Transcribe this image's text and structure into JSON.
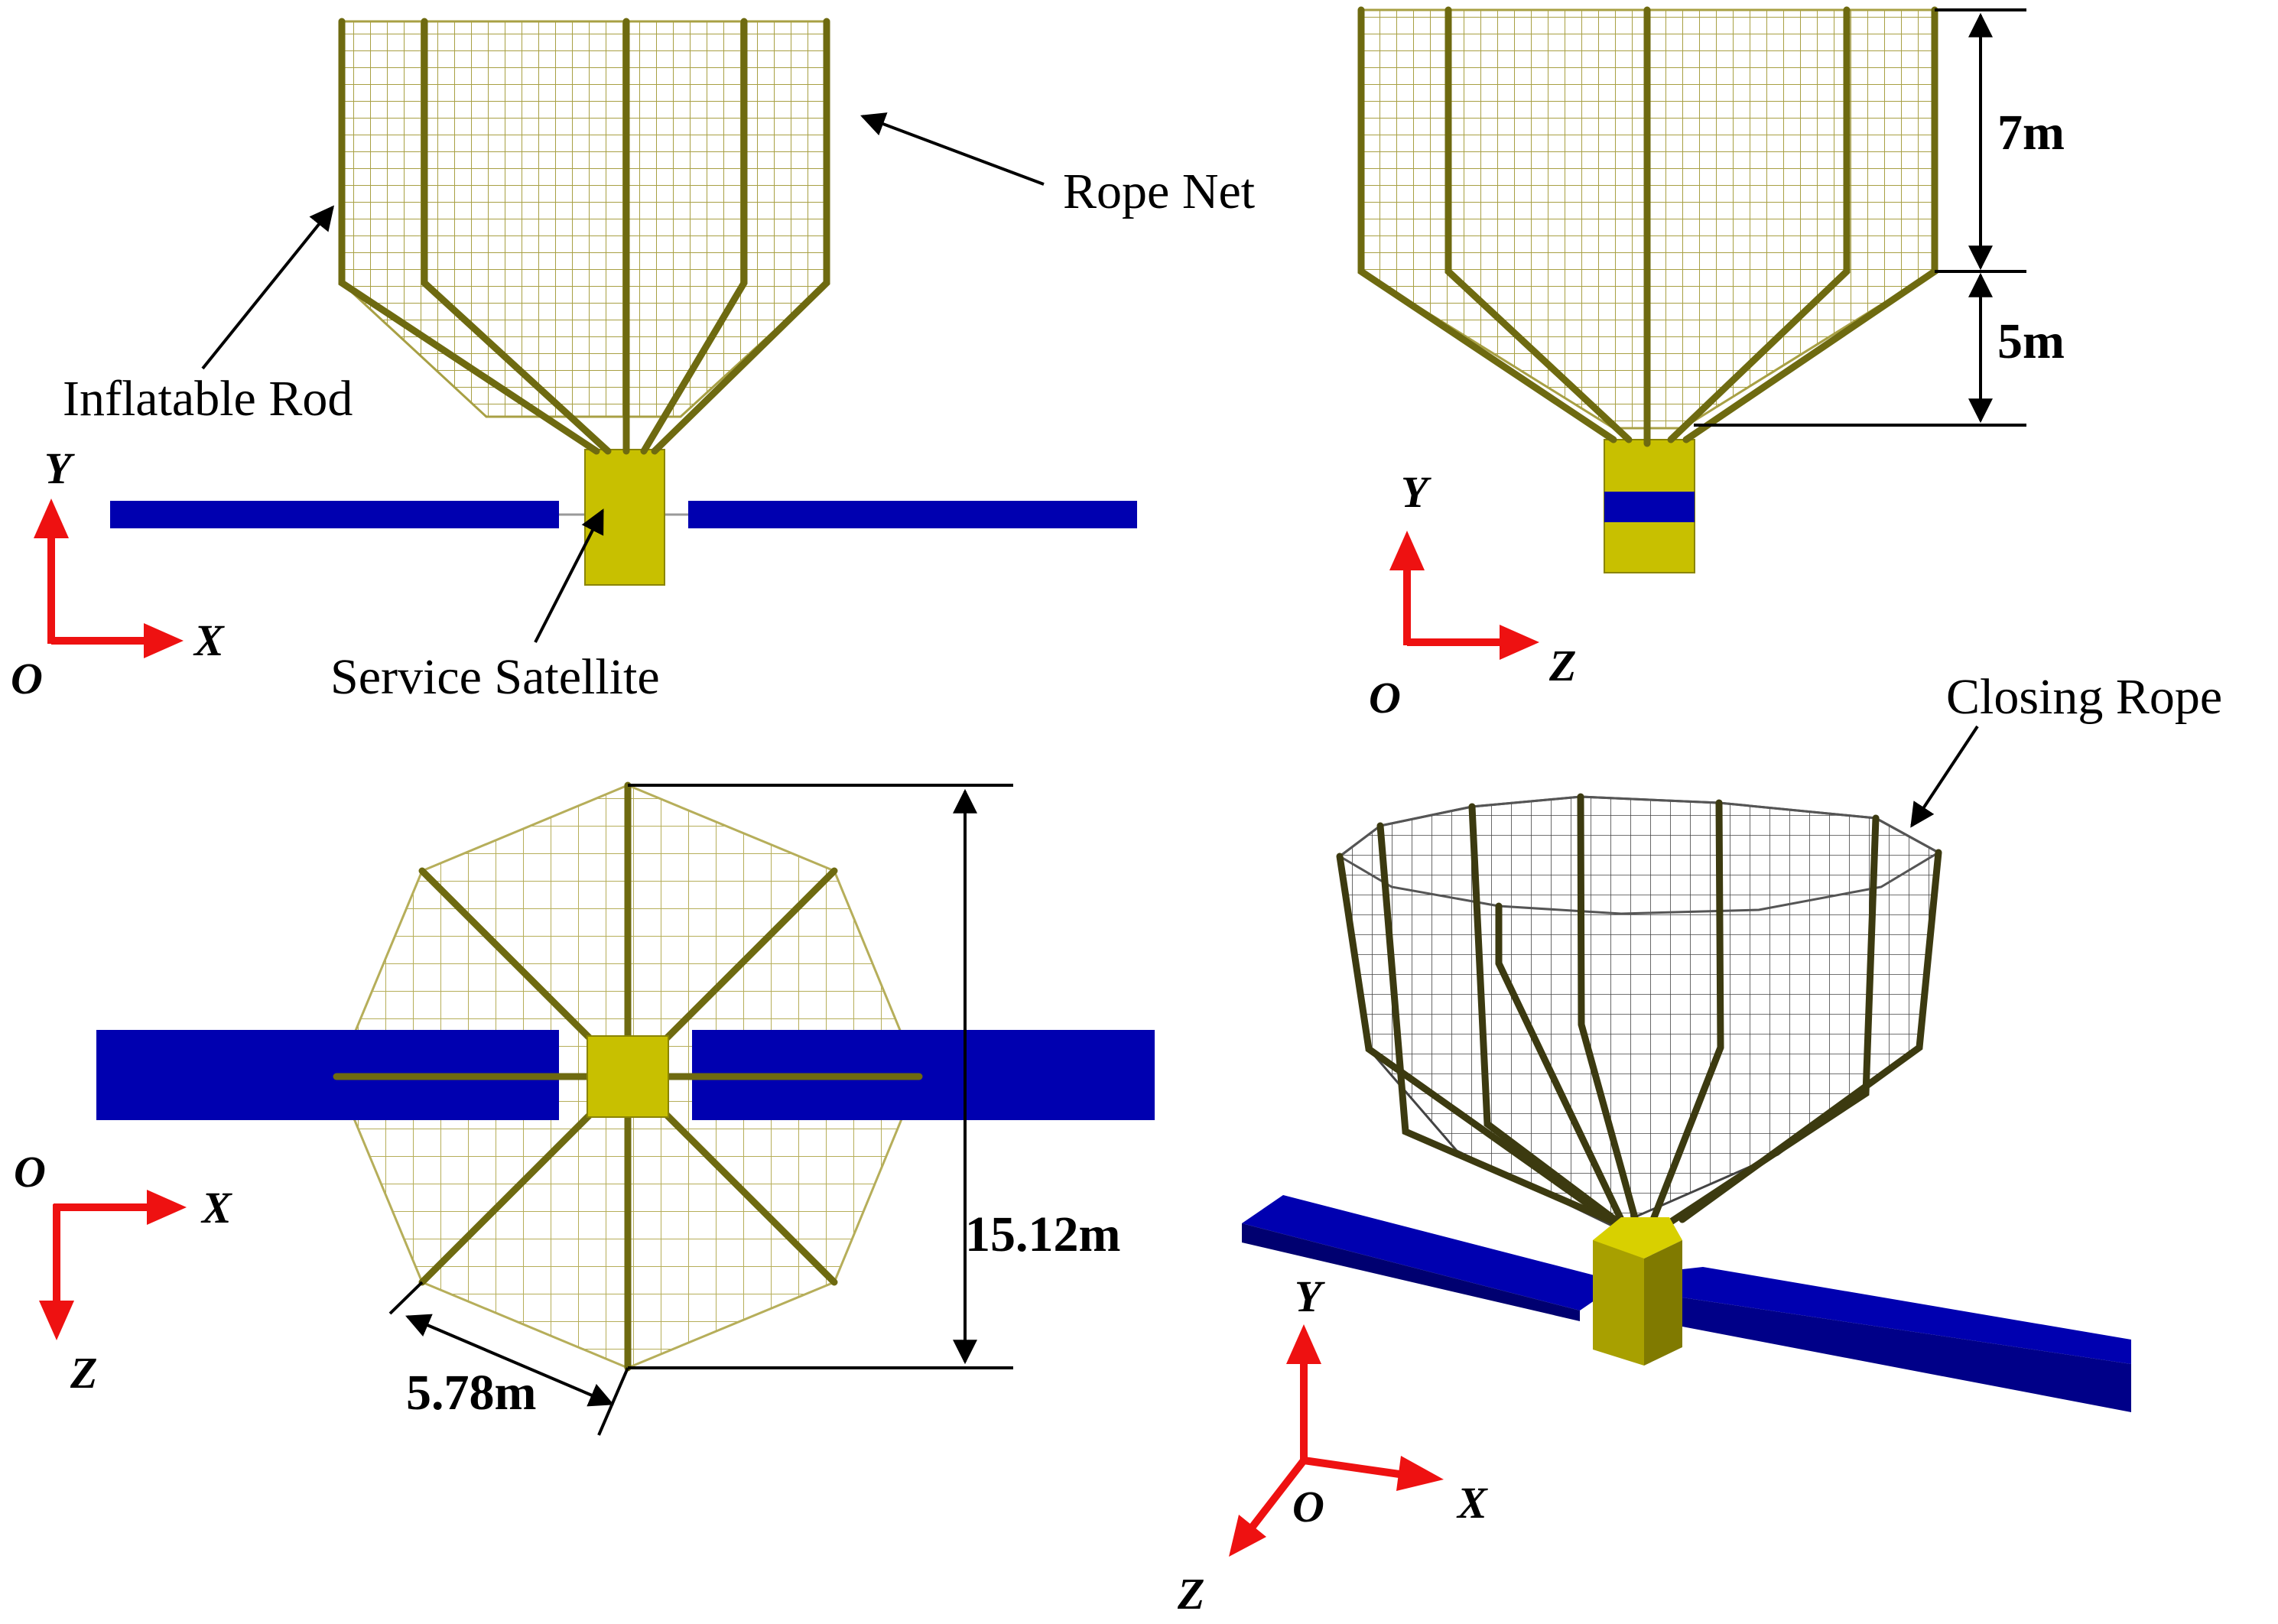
{
  "callouts": {
    "rope_net": "Rope Net",
    "inflatable_rod": "Inflatable Rod",
    "service_satellite": "Service Satellite",
    "closing_rope": "Closing Rope"
  },
  "dimensions": {
    "upper_height": "7m",
    "lower_height": "5m",
    "overall_width": "15.12m",
    "side_length": "5.78m"
  },
  "axes": {
    "front_view": {
      "vertical": "Y",
      "horizontal": "X",
      "origin": "O"
    },
    "side_view": {
      "vertical": "Y",
      "horizontal": "Z",
      "origin": "O"
    },
    "top_view": {
      "horizontal": "X",
      "vertical": "Z",
      "origin": "O"
    },
    "iso_view": {
      "vertical": "Y",
      "horizontal": "X",
      "depth": "Z",
      "origin": "O"
    }
  },
  "colors": {
    "rope_net": "#a8a044",
    "inflatable_rod": "#6e6a10",
    "satellite_body": "#c8c000",
    "solar_panel": "#0000b0",
    "axis_arrow": "#ee1111"
  }
}
